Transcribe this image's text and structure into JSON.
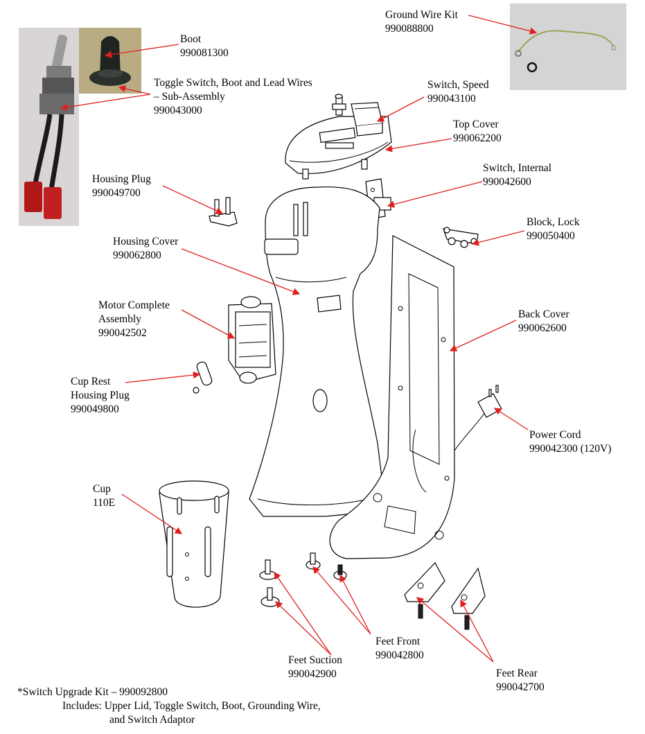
{
  "labels": {
    "boot": "Boot\n990081300",
    "toggle": "Toggle Switch, Boot and Lead Wires\n– Sub-Assembly\n990043000",
    "ground_wire": "Ground Wire Kit\n990088800",
    "switch_speed": "Switch, Speed\n990043100",
    "top_cover": "Top Cover\n990062200",
    "switch_internal": "Switch, Internal\n990042600",
    "housing_plug": "Housing Plug\n990049700",
    "block_lock": "Block, Lock\n990050400",
    "housing_cover": "Housing Cover\n990062800",
    "motor": "Motor Complete\nAssembly\n990042502",
    "back_cover": "Back Cover\n990062600",
    "cup_rest": "Cup Rest\nHousing Plug\n990049800",
    "power_cord": "Power Cord\n990042300 (120V)",
    "cup": "Cup\n110E",
    "feet_front": "Feet Front\n990042800",
    "feet_suction": "Feet Suction\n990042900",
    "feet_rear": "Feet Rear\n990042700"
  },
  "footnote": {
    "line1": "*Switch Upgrade Kit – 990092800",
    "line2": "Includes: Upper Lid, Toggle Switch, Boot, Grounding Wire,",
    "line3": "and Switch Adaptor"
  },
  "colors": {
    "arrow": "#e02020",
    "photo_bg_toggle": "#d8d4d6",
    "photo_bg_boot": "#b7aa80",
    "photo_bg_wire": "#d6d6d6"
  }
}
